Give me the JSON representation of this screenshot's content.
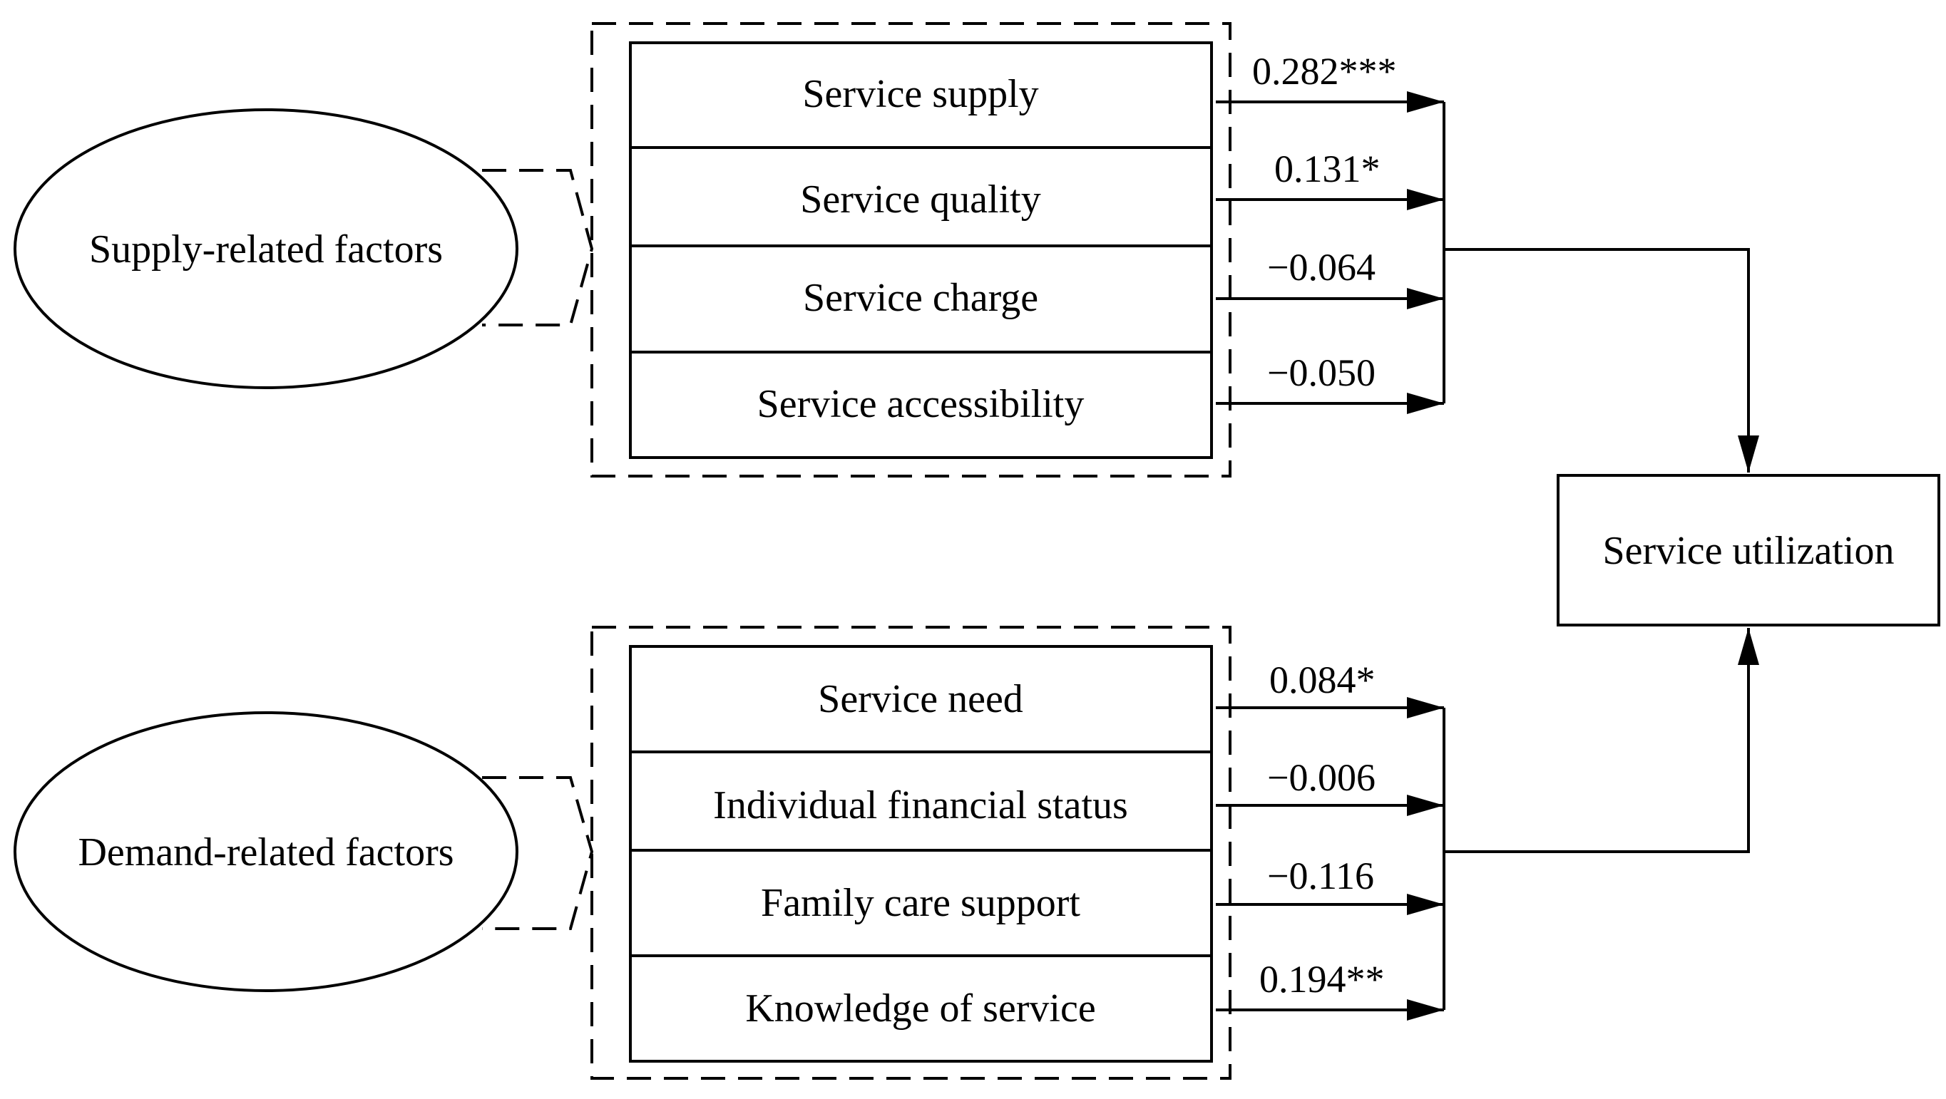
{
  "supply": {
    "label": "Supply-related factors",
    "factors": [
      {
        "label": "Service supply",
        "coefficient": "0.282***"
      },
      {
        "label": "Service quality",
        "coefficient": "0.131*"
      },
      {
        "label": "Service charge",
        "coefficient": "−0.064"
      },
      {
        "label": "Service accessibility",
        "coefficient": "−0.050"
      }
    ]
  },
  "demand": {
    "label": "Demand-related factors",
    "factors": [
      {
        "label": "Service need",
        "coefficient": "0.084*"
      },
      {
        "label": "Individual financial status",
        "coefficient": "−0.006"
      },
      {
        "label": "Family care support",
        "coefficient": "−0.116"
      },
      {
        "label": "Knowledge of service",
        "coefficient": "0.194**"
      }
    ]
  },
  "outcome": {
    "label": "Service utilization"
  }
}
